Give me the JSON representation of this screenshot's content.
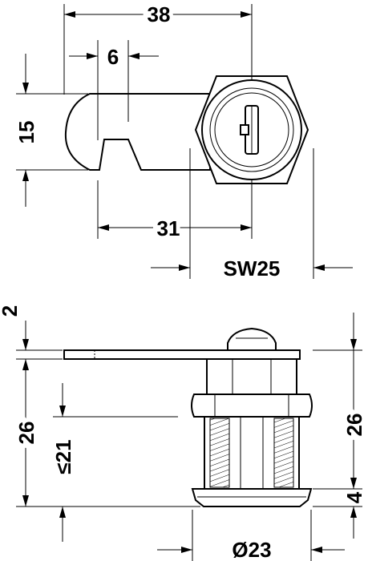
{
  "drawing": {
    "dimensions": {
      "width_38": "38",
      "offset_6": "6",
      "height_15": "15",
      "length_31": "31",
      "wrench_sw25": "SW25",
      "thickness_2": "2",
      "body_26_left": "26",
      "grip_21": "≤21",
      "body_26_right": "26",
      "flange_4": "4",
      "diameter_23": "Ø23"
    }
  }
}
